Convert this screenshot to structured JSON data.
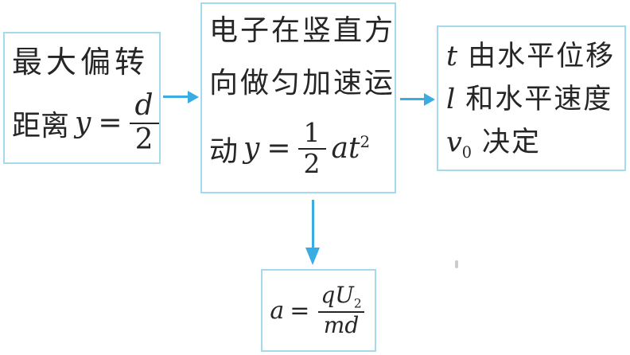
{
  "figure": {
    "type": "flowchart",
    "boxes": {
      "left": {
        "line1": "最大偏转",
        "line2_label": "距离",
        "formula": {
          "lhs": "y",
          "equals": "=",
          "numerator": "d",
          "denominator": "2"
        }
      },
      "middle": {
        "line1": "电子在竖直方",
        "line2": "向做匀加速运",
        "line3_label": "动",
        "formula": {
          "lhs": "y",
          "equals": "=",
          "numerator": "1",
          "denominator": "2",
          "factor": "at",
          "exponent": "2"
        }
      },
      "right": {
        "line1": {
          "var": "t",
          "text": "由水平位移"
        },
        "line2": {
          "var": "l",
          "text": "和水平速度"
        },
        "line3": {
          "var": "v",
          "sub": "0",
          "text": "决定"
        }
      },
      "bottom": {
        "formula": {
          "lhs": "a",
          "equals": "=",
          "numerator_main": "qU",
          "numerator_sub": "2",
          "denominator": "md"
        }
      }
    },
    "colors": {
      "box-border": "#a5daee",
      "arrow": "#3aace4",
      "text": "#262626",
      "background": "#ffffff"
    }
  }
}
